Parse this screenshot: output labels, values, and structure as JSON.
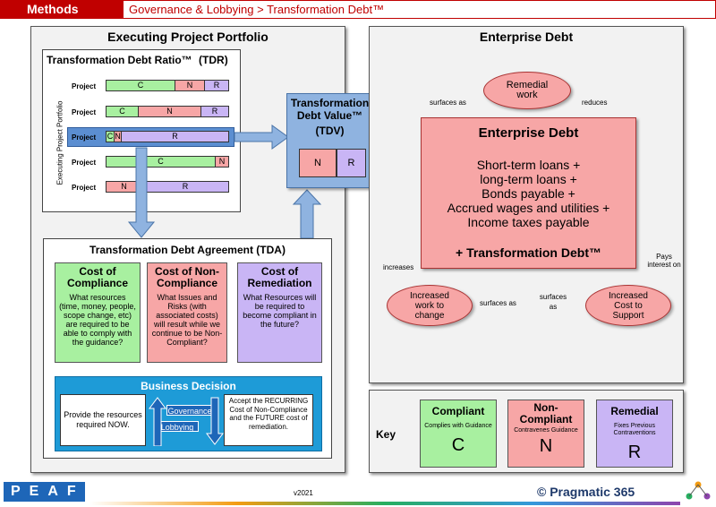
{
  "header": {
    "section": "Methods",
    "breadcrumb": "Governance & Lobbying > Transformation Debt™"
  },
  "portfolio": {
    "title": "Executing Project Portfolio",
    "tdr_title": "Transformation Debt Ratio™",
    "tdr_abbr": "(TDR)",
    "side_label": "Executing Project Portfolio",
    "project_label": "Project",
    "rows": [
      {
        "segments": [
          {
            "t": "C",
            "c": "C"
          },
          {
            "t": "N",
            "c": "N"
          },
          {
            "t": "R",
            "c": "R"
          }
        ]
      },
      {
        "segments": [
          {
            "t": "C",
            "c": "C"
          },
          {
            "t": "N",
            "c": "N"
          },
          {
            "t": "R",
            "c": "R"
          }
        ]
      },
      {
        "segments": [
          {
            "t": "C",
            "c": "C"
          },
          {
            "t": "N",
            "c": "N"
          },
          {
            "t": "R",
            "c": "R"
          }
        ]
      },
      {
        "segments": [
          {
            "t": "C",
            "c": "C"
          },
          {
            "t": "N",
            "c": "N"
          }
        ]
      },
      {
        "segments": [
          {
            "t": "N",
            "c": "N"
          },
          {
            "t": "R",
            "c": "R"
          }
        ]
      }
    ]
  },
  "tdv": {
    "title": "Transformation Debt Value™",
    "abbr": "(TDV)",
    "n": "N",
    "r": "R"
  },
  "tda": {
    "title": "Transformation Debt Agreement (TDA)",
    "compliance": {
      "head": "Cost of Compliance",
      "body": "What resources (time, money, people, scope change, etc) are required to be able to comply with the guidance?"
    },
    "noncompliance": {
      "head": "Cost of Non-Compliance",
      "body": "What Issues and Risks (with associated costs) will result while we continue to be Non-Compliant?"
    },
    "remediation": {
      "head": "Cost of Remediation",
      "body": "What Resources will be required to become compliant in the future?"
    },
    "decision_title": "Business Decision",
    "provide_text": "Provide the resources required NOW.",
    "governance": "Governance",
    "lobbying": "Lobbying",
    "accept_text": "Accept the RECURRING Cost of Non-Compliance and the FUTURE cost of remediation."
  },
  "enterprise": {
    "title": "Enterprise Debt",
    "box_title": "Enterprise Debt",
    "lines": [
      "Short-term loans +",
      "long-term loans +",
      "Bonds payable +",
      "Accrued wages and utilities +",
      "Income taxes payable"
    ],
    "td_line": "+ Transformation Debt™",
    "remedial": "Remedial work",
    "surfaces_as_top": "surfaces as",
    "reduces": "reduces",
    "increases": "increases",
    "pays_interest": "Pays interest on",
    "increased_work": "Increased work to change",
    "surfaces_as_mid": "surfaces as",
    "surfaces_as_right": "surfaces as",
    "increased_cost": "Increased Cost to Support"
  },
  "key": {
    "label": "Key",
    "compliant": {
      "head": "Compliant",
      "sub": "Complies with Guidance",
      "letter": "C",
      "color": "#a8f0a0"
    },
    "noncompliant": {
      "head": "Non-Compliant",
      "sub": "Contravenes Guidance",
      "letter": "N",
      "color": "#f7a6a6"
    },
    "remedial": {
      "head": "Remedial",
      "sub": "Fixes Previous Contraventions",
      "letter": "R",
      "color": "#c9b5f5"
    }
  },
  "footer": {
    "logo": "PEAF",
    "version": "v2021",
    "copyright": "© Pragmatic 365"
  }
}
